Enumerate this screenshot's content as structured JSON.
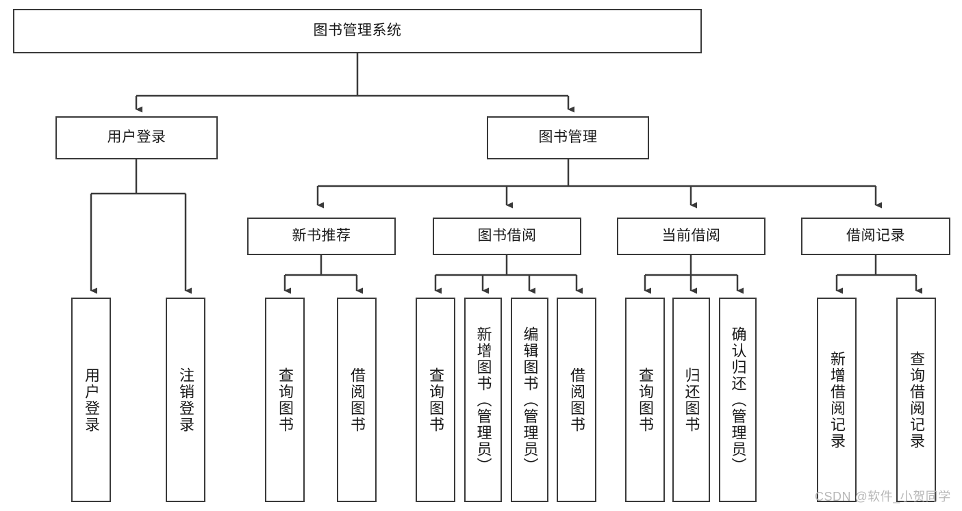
{
  "diagram": {
    "title": "图书管理系统",
    "type": "tree-hierarchy",
    "root": {
      "id": "root",
      "label": "图书管理系统"
    },
    "level2": [
      {
        "id": "user-login",
        "label": "用户登录"
      },
      {
        "id": "book-manage",
        "label": "图书管理"
      }
    ],
    "level3": [
      {
        "id": "new-book-recommend",
        "label": "新书推荐",
        "parent": "book-manage"
      },
      {
        "id": "book-borrow",
        "label": "图书借阅",
        "parent": "book-manage"
      },
      {
        "id": "current-borrow",
        "label": "当前借阅",
        "parent": "book-manage"
      },
      {
        "id": "borrow-record",
        "label": "借阅记录",
        "parent": "book-manage"
      }
    ],
    "leaves": [
      {
        "id": "leaf-user-login",
        "label": "用户登录",
        "parent": "user-login"
      },
      {
        "id": "leaf-logout-login",
        "label": "注销登录",
        "parent": "user-login"
      },
      {
        "id": "leaf-query-book-1",
        "label": "查询图书",
        "parent": "new-book-recommend"
      },
      {
        "id": "leaf-borrow-book-1",
        "label": "借阅图书",
        "parent": "new-book-recommend"
      },
      {
        "id": "leaf-query-book-2",
        "label": "查询图书",
        "parent": "book-borrow"
      },
      {
        "id": "leaf-add-book",
        "label": "新增图书（管理员）",
        "parent": "book-borrow"
      },
      {
        "id": "leaf-edit-book",
        "label": "编辑图书（管理员）",
        "parent": "book-borrow"
      },
      {
        "id": "leaf-borrow-book-2",
        "label": "借阅图书",
        "parent": "book-borrow"
      },
      {
        "id": "leaf-query-book-3",
        "label": "查询图书",
        "parent": "current-borrow"
      },
      {
        "id": "leaf-return-book",
        "label": "归还图书",
        "parent": "current-borrow"
      },
      {
        "id": "leaf-confirm-return",
        "label": "确认归还（管理员）",
        "parent": "current-borrow"
      },
      {
        "id": "leaf-add-record",
        "label": "新增借阅记录",
        "parent": "borrow-record"
      },
      {
        "id": "leaf-query-record",
        "label": "查询借阅记录",
        "parent": "borrow-record"
      }
    ],
    "watermark": "CSDN @软件_小贺同学",
    "colors": {
      "stroke": "#3a3a3a",
      "background": "#ffffff",
      "text": "#1a1a1a",
      "watermark": "#b8b8b8"
    }
  }
}
